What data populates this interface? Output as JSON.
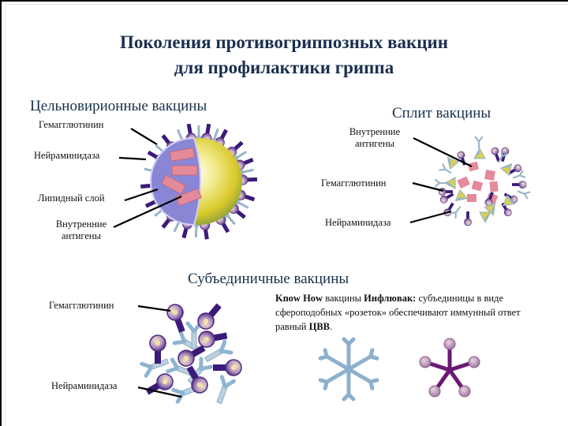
{
  "title": {
    "line1": "Поколения противогриппозных вакцин",
    "line2": "для профилактики гриппа"
  },
  "whole_virion": {
    "heading": "Цельновирионные вакцины",
    "labels": {
      "hemagglutinin": "Гемагглютинин",
      "neuraminidase": "Нейраминидаза",
      "lipid_layer": "Липидный слой",
      "internal_antigens_1": "Внутренние",
      "internal_antigens_2": "антигены"
    }
  },
  "split": {
    "heading": "Сплит вакцины",
    "labels": {
      "internal_antigens_1": "Внутренние",
      "internal_antigens_2": "антигены",
      "hemagglutinin": "Гемагглютинин",
      "neuraminidase": "Нейраминидаза"
    }
  },
  "subunit": {
    "heading": "Субъединичные вакцины",
    "labels": {
      "hemagglutinin": "Гемагглютинин",
      "neuraminidase": "Нейраминидаза"
    },
    "description": {
      "brand1": "Know How",
      "text1": " вакцины ",
      "brand2": "Инфлювак:",
      "text2": " субъединицы в виде сфероподобных «розеток» обеспечивают иммунный ответ равный ",
      "brand3": "ЦВВ",
      "text3": "."
    }
  },
  "colors": {
    "title": "#1a2f4f",
    "hemagglutinin_stalk": "#3b1a7a",
    "hemagglutinin_head": "#b89ac0",
    "neuraminidase": "#8fb2cc",
    "virion_inner": "#8a86d6",
    "virion_outer": "#e8d640",
    "antigen": "#e48a9a"
  }
}
